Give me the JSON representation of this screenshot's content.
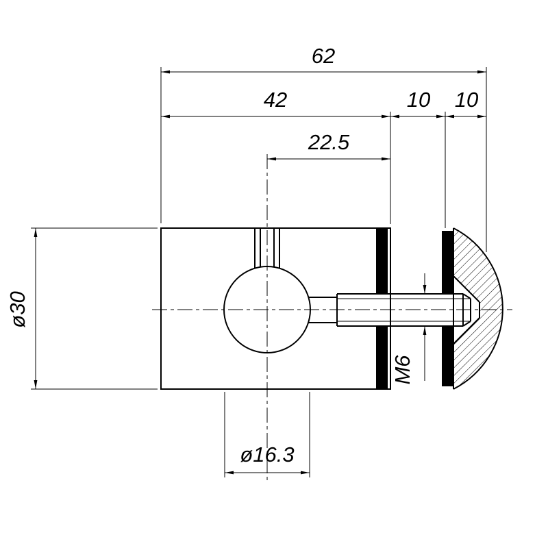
{
  "drawing": {
    "background": "#ffffff",
    "line_color": "#000000",
    "dimensions": {
      "overall_length": "62",
      "body_length": "42",
      "glass_gap": "10",
      "disc_thickness": "10",
      "hole_center_offset": "22.5",
      "body_diameter": "ø30",
      "bore_diameter": "ø16.3",
      "thread_size": "M6"
    }
  }
}
